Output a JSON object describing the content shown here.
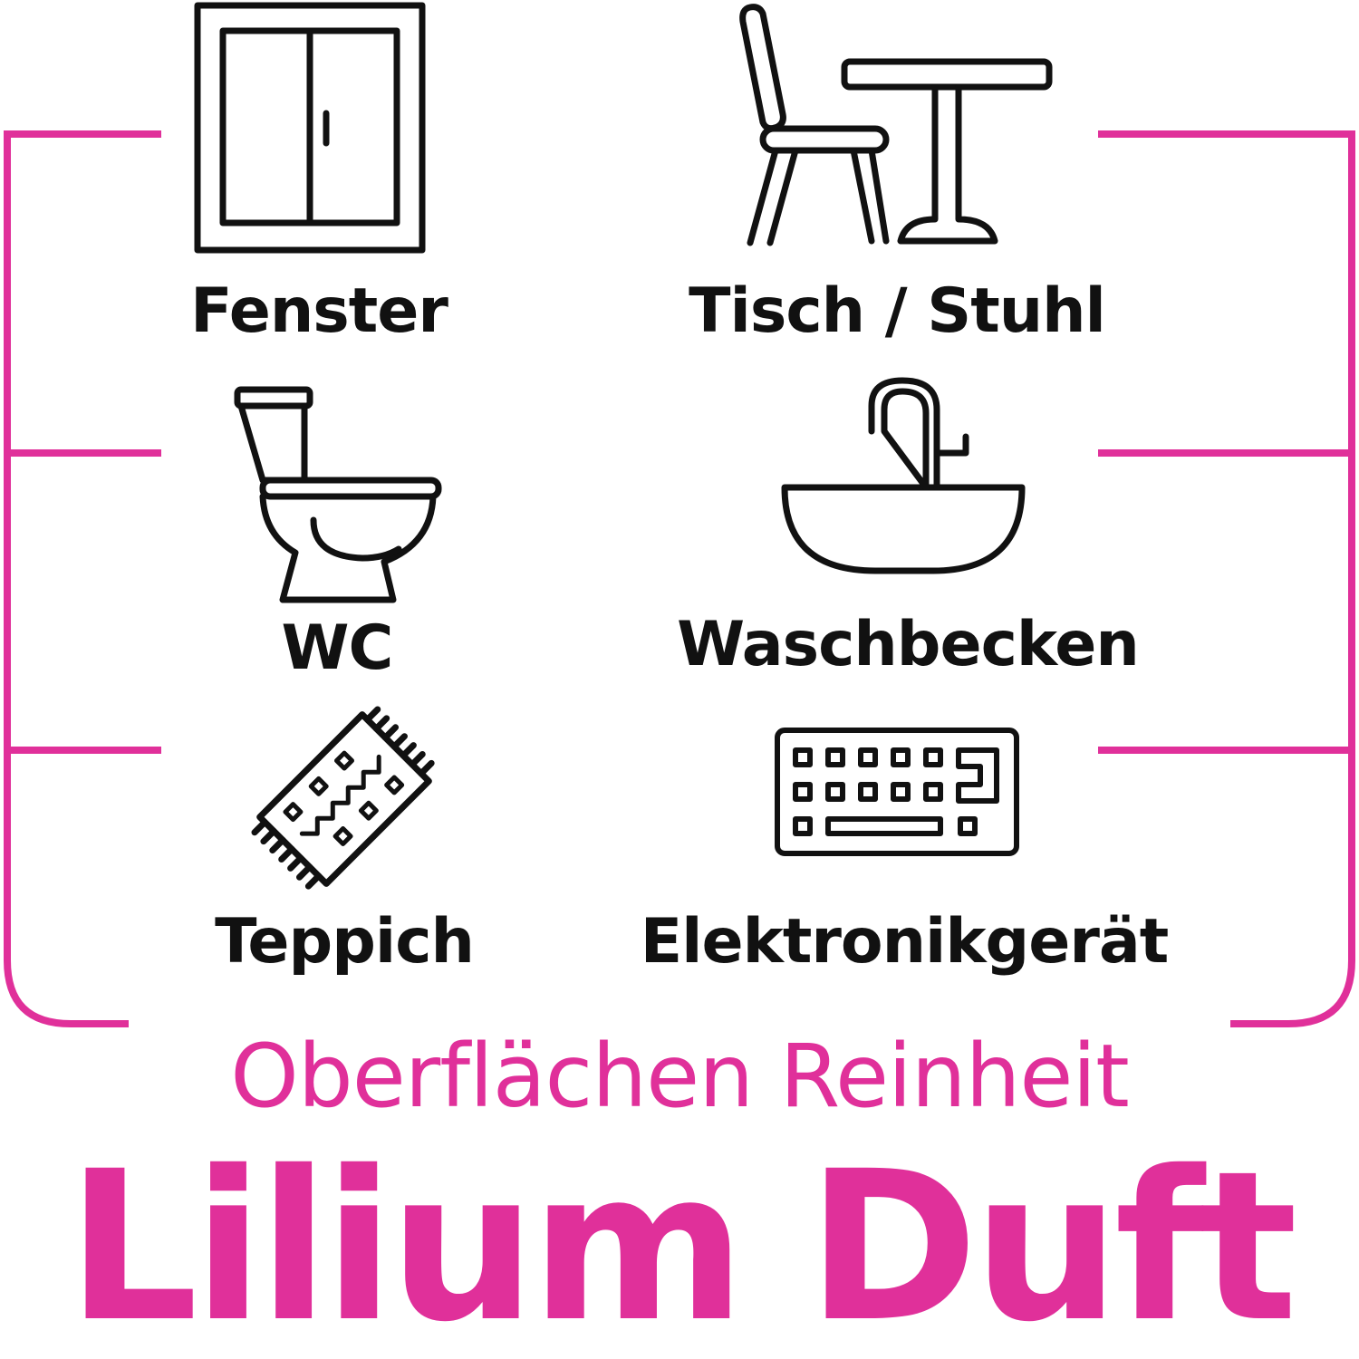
{
  "colors": {
    "accent": "#e0309a",
    "ink": "#111111"
  },
  "items": [
    {
      "label": "Fenster",
      "icon": "window-icon"
    },
    {
      "label": "Tisch / Stuhl",
      "icon": "table-chair-icon"
    },
    {
      "label": "WC",
      "icon": "toilet-icon"
    },
    {
      "label": "Waschbecken",
      "icon": "sink-icon"
    },
    {
      "label": "Teppich",
      "icon": "rug-icon"
    },
    {
      "label": "Elektronikgerät",
      "icon": "keyboard-icon"
    }
  ],
  "subtitle": "Oberflächen Reinheit",
  "brand": "Lilium Duft"
}
